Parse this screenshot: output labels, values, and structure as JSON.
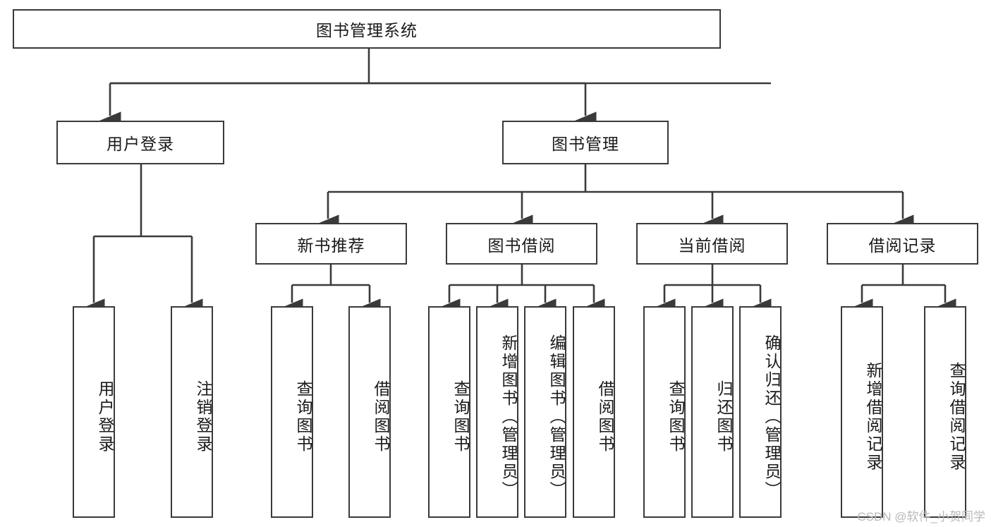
{
  "diagram": {
    "type": "hierarchy-tree",
    "title": "图书管理系统",
    "root": {
      "id": "root",
      "label": "图书管理系统",
      "orientation": "horizontal"
    },
    "level2": [
      {
        "id": "user-login",
        "label": "用户登录",
        "orientation": "horizontal"
      },
      {
        "id": "book-manage",
        "label": "图书管理",
        "orientation": "horizontal"
      }
    ],
    "level3": [
      {
        "id": "new-book-rec",
        "label": "新书推荐",
        "orientation": "horizontal",
        "parent": "book-manage"
      },
      {
        "id": "book-borrow",
        "label": "图书借阅",
        "orientation": "horizontal",
        "parent": "book-manage"
      },
      {
        "id": "current-borrow",
        "label": "当前借阅",
        "orientation": "horizontal",
        "parent": "book-manage"
      },
      {
        "id": "borrow-record",
        "label": "借阅记录",
        "orientation": "horizontal",
        "parent": "book-manage"
      }
    ],
    "leaves": {
      "user_login": [
        {
          "id": "leaf-user-login",
          "label": "用户登录"
        },
        {
          "id": "leaf-user-logout",
          "label": "注销登录"
        }
      ],
      "new_book_rec": [
        {
          "id": "leaf-query-book-1",
          "label": "查询图书"
        },
        {
          "id": "leaf-borrow-book-1",
          "label": "借阅图书"
        }
      ],
      "book_borrow": [
        {
          "id": "leaf-query-book-2",
          "label": "查询图书"
        },
        {
          "id": "leaf-add-book",
          "label": "新增图书（管理员）"
        },
        {
          "id": "leaf-edit-book",
          "label": "编辑图书（管理员）"
        },
        {
          "id": "leaf-borrow-book-2",
          "label": "借阅图书"
        }
      ],
      "current_borrow": [
        {
          "id": "leaf-query-book-3",
          "label": "查询图书"
        },
        {
          "id": "leaf-return-book",
          "label": "归还图书"
        },
        {
          "id": "leaf-confirm-return",
          "label": "确认归还（管理员）"
        }
      ],
      "borrow_record": [
        {
          "id": "leaf-add-record",
          "label": "新增借阅记录"
        },
        {
          "id": "leaf-query-record",
          "label": "查询借阅记录"
        }
      ]
    },
    "watermark": "CSDN @软件_小贺同学",
    "colors": {
      "stroke": "#3a3a3a",
      "fill": "#ffffff",
      "text": "#1a1a1a",
      "watermark": "#b9b9b9"
    }
  }
}
